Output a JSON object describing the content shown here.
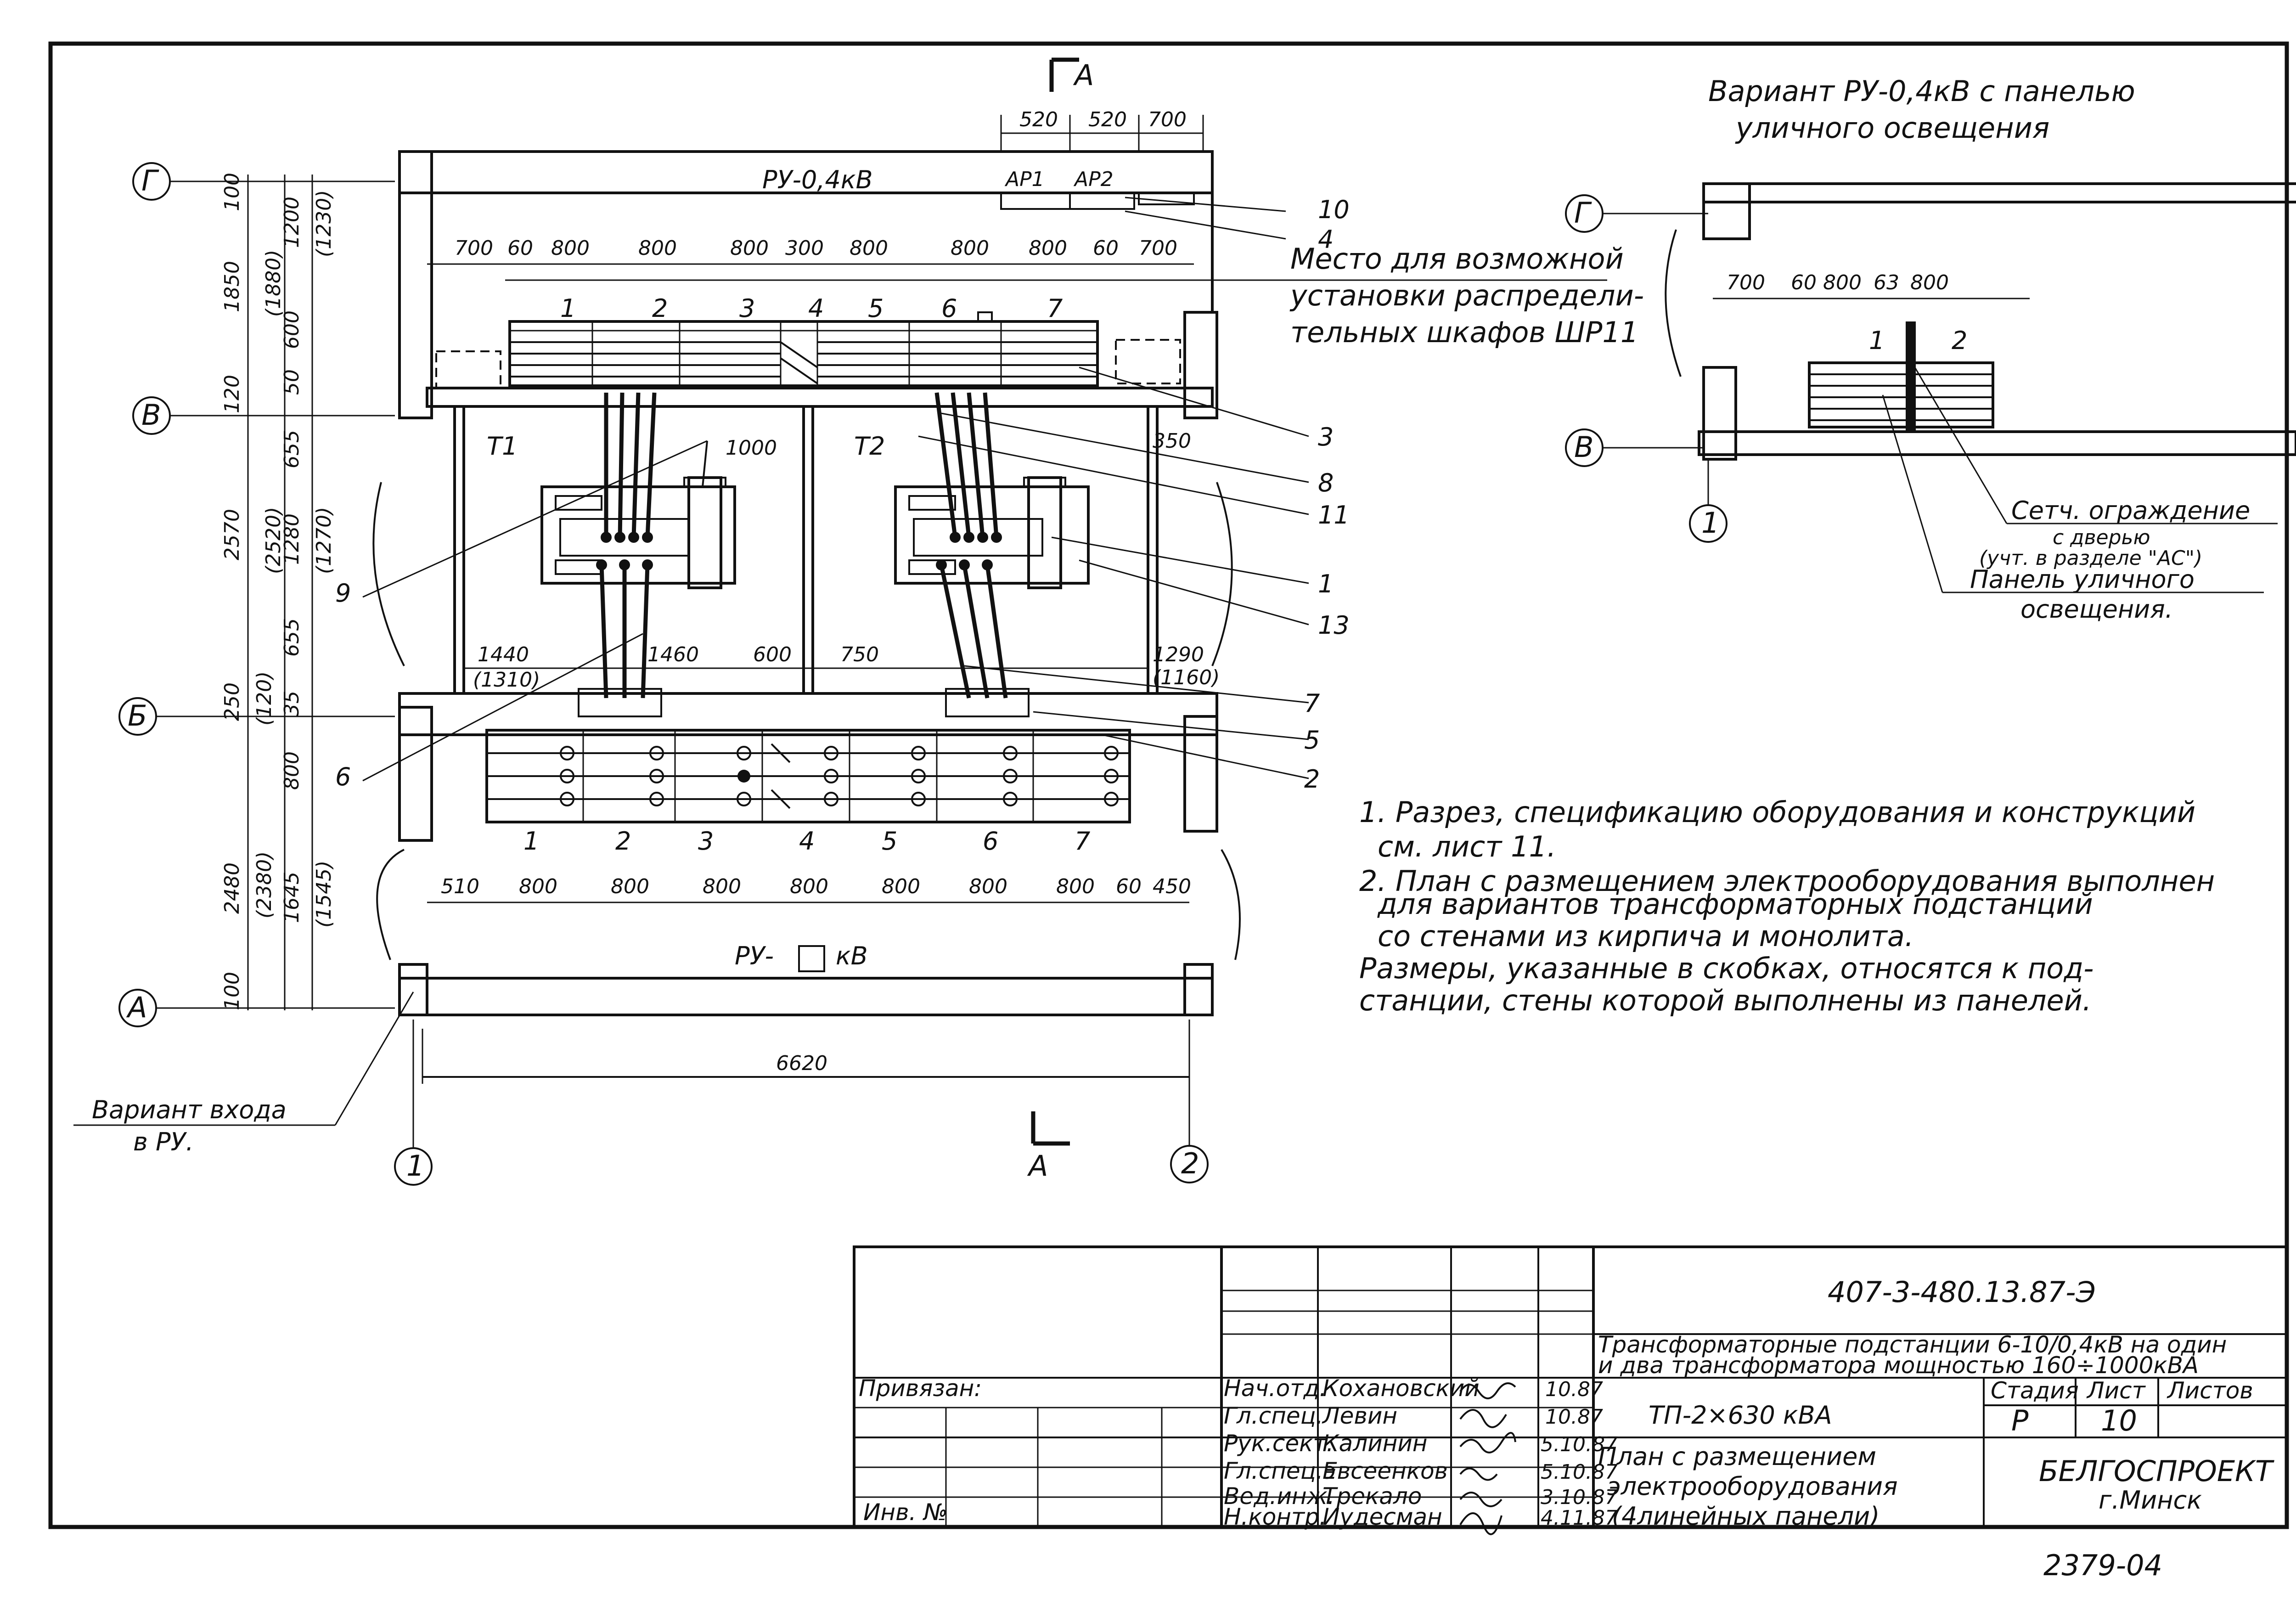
{
  "section_marker": {
    "letter": "А"
  },
  "title_variant": {
    "line1": "Вариант РУ-0,4кВ с панелью",
    "line2": "уличного освещения"
  },
  "axes": {
    "g": "Г",
    "v": "В",
    "b": "Б",
    "a": "А",
    "c1": "1",
    "c2": "2"
  },
  "ru_top_label": "РУ-0,4кВ",
  "ru_bottom_label": "РУ-",
  "ru_bottom_unit": "кВ",
  "transformers": {
    "t1": "Т1",
    "t2": "Т2"
  },
  "ap_labels": {
    "ap1": "АР1",
    "ap2": "АР2"
  },
  "top_dims": {
    "d1": "520",
    "d2": "520",
    "d3": "700"
  },
  "row1_dims": [
    "700",
    "60",
    "800",
    "800",
    "800",
    "300",
    "800",
    "800",
    "800",
    "60",
    "700"
  ],
  "panel_numbers_top": [
    "1",
    "2",
    "3",
    "4",
    "5",
    "6",
    "7"
  ],
  "panel_numbers_bottom": [
    "1",
    "2",
    "3",
    "4",
    "5",
    "6",
    "7"
  ],
  "row2_dims": [
    "510",
    "800",
    "800",
    "800",
    "800",
    "800",
    "800",
    "800",
    "60",
    "450"
  ],
  "overall_dim": "6620",
  "left_dims": {
    "d100a": "100",
    "d1850": "1850",
    "d1880": "(1880)",
    "d1200": "1200",
    "d1230": "(1230)",
    "d600": "600",
    "d50": "50",
    "d120": "120",
    "d655a": "655",
    "d2570": "2570",
    "d2520": "(2520)",
    "d1280": "1280",
    "d1270": "(1270)",
    "d655b": "655",
    "d250": "250",
    "d120b": "(120)",
    "d35": "35",
    "d800": "800",
    "d2480": "2480",
    "d2380": "(2380)",
    "d1645": "1645",
    "d1545": "(1545)",
    "d100b": "100"
  },
  "inner_dims": {
    "d1000": "1000",
    "d350": "350",
    "d1440": "1440",
    "d1310": "(1310)",
    "d1460": "1460",
    "d600": "600",
    "d750": "750",
    "d1290": "1290",
    "d1160": "(1160)"
  },
  "callouts": {
    "c10": "10",
    "c4": "4",
    "c3": "3",
    "c8": "8",
    "c11": "11",
    "c1": "1",
    "c13": "13",
    "c7": "7",
    "c5": "5",
    "c2": "2",
    "c9": "9",
    "c6": "6"
  },
  "place_note": {
    "line1": "Место для возможной",
    "line2": "установки распредели-",
    "line3": "тельных шкафов ШР11"
  },
  "entrance_note": {
    "line1": "Вариант входа",
    "line2": "в РУ."
  },
  "variant_dims": [
    "700",
    "60",
    "800",
    "63",
    "800"
  ],
  "variant_panels": {
    "p1": "1",
    "p2": "2"
  },
  "variant_notes": {
    "fence1": "Сетч. ограждение",
    "fence2": "с дверью",
    "fence3": "(учт. в разделе \"АС\")",
    "panel1": "Панель уличного",
    "panel2": "освещения."
  },
  "notes": {
    "n1a": "1. Разрез, спецификацию оборудования и конструкций",
    "n1b": "см. лист 11.",
    "n2a": "2. План с размещением электрооборудования выполнен",
    "n2b": "для вариантов трансформаторных подстанций",
    "n2c": "со стенами из кирпича и монолита.",
    "n3a": "Размеры, указанные в скобках, относятся к под-",
    "n3b": "станции, стены которой выполнены из панелей."
  },
  "title_block": {
    "doc_code": "407-3-480.13.87-Э",
    "title1": "Трансформаторные подстанции 6-10/0,4кВ на один",
    "title2": "и два трансформатора мощностью 160÷1000кВА",
    "subtitle": "ТП-2×630 кВА",
    "sheet_title1": "План с размещением",
    "sheet_title2": "электрооборудования",
    "sheet_title3": "(4линейных панели)",
    "stage_hdr": "Стадия",
    "sheet_hdr": "Лист",
    "sheets_hdr": "Листов",
    "stage": "Р",
    "sheet": "10",
    "org1": "БЕЛГОСПРОЕКТ",
    "org2": "г.Минск",
    "tied": "Привязан:",
    "inv": "Инв. №",
    "rows": [
      {
        "role": "Нач.отд.",
        "name": "Кохановский",
        "date": "10.87"
      },
      {
        "role": "Гл.спец.",
        "name": "Левин",
        "date": "10.87"
      },
      {
        "role": "Рук.сект.",
        "name": "Калинин",
        "date": "5.10.87"
      },
      {
        "role": "Гл.спец.э",
        "name": "Евсеенков",
        "date": "5.10.87"
      },
      {
        "role": "Вед.инж.",
        "name": "Трекало",
        "date": "3.10.87"
      },
      {
        "role": "Н.контр.",
        "name": "Иудесман",
        "date": "4.11.87"
      }
    ]
  },
  "sheet_number": "2379-04"
}
